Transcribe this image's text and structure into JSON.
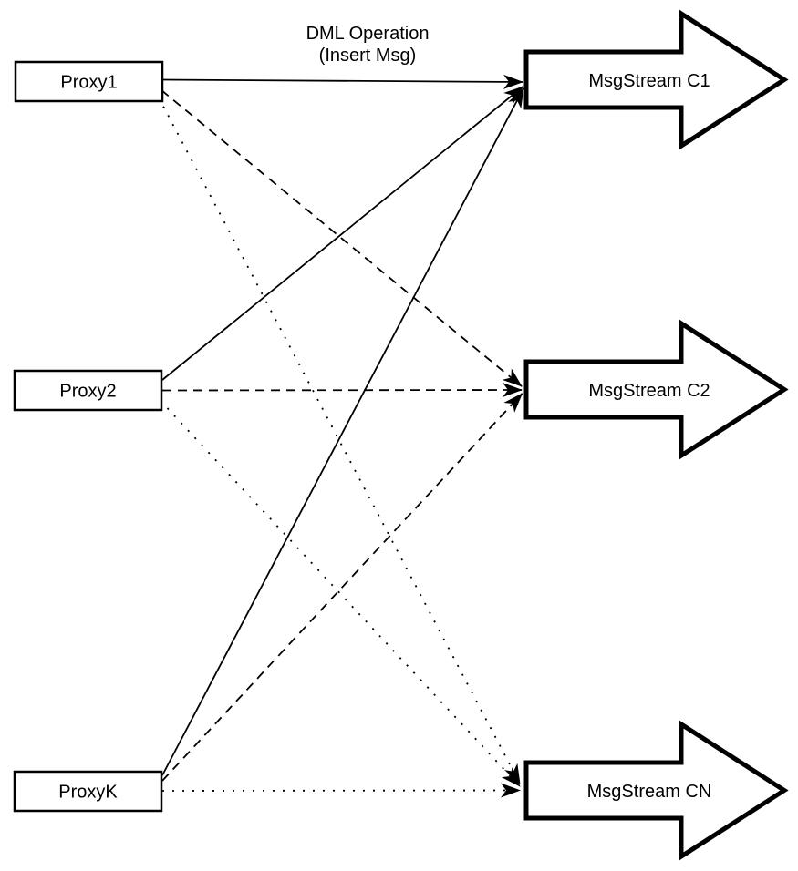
{
  "diagram": {
    "type": "flow-diagram",
    "connector_label": {
      "line1": "DML Operation",
      "line2": "(Insert Msg)"
    },
    "proxies": [
      {
        "id": "proxy1",
        "label": "Proxy1"
      },
      {
        "id": "proxy2",
        "label": "Proxy2"
      },
      {
        "id": "proxyk",
        "label": "ProxyK"
      }
    ],
    "streams": [
      {
        "id": "c1",
        "label": "MsgStream C1"
      },
      {
        "id": "c2",
        "label": "MsgStream C2"
      },
      {
        "id": "cn",
        "label": "MsgStream CN"
      }
    ],
    "edges": [
      {
        "from": "Proxy1",
        "to": "MsgStream C1",
        "style": "solid"
      },
      {
        "from": "Proxy1",
        "to": "MsgStream C2",
        "style": "dashed"
      },
      {
        "from": "Proxy1",
        "to": "MsgStream CN",
        "style": "dotted"
      },
      {
        "from": "Proxy2",
        "to": "MsgStream C1",
        "style": "solid"
      },
      {
        "from": "Proxy2",
        "to": "MsgStream C2",
        "style": "dashed"
      },
      {
        "from": "Proxy2",
        "to": "MsgStream CN",
        "style": "dotted"
      },
      {
        "from": "ProxyK",
        "to": "MsgStream C1",
        "style": "solid"
      },
      {
        "from": "ProxyK",
        "to": "MsgStream C2",
        "style": "dashed"
      },
      {
        "from": "ProxyK",
        "to": "MsgStream CN",
        "style": "dotted"
      }
    ],
    "colors": {
      "stroke": "#000000",
      "fill": "#ffffff",
      "background": "#ffffff"
    }
  }
}
